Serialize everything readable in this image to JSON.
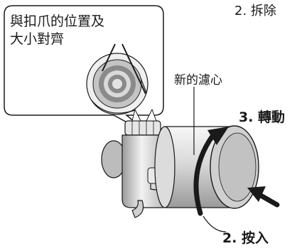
{
  "labels": {
    "step2_top": "2. 拆除",
    "callout_line1": "與扣爪的位置及",
    "callout_line2": "大小對齊",
    "new_core": "新的濾心",
    "step3": "3. 轉動",
    "step2": "2. 按入"
  },
  "colors": {
    "outline": "#1a1a1a",
    "metal_light": "#f2f2f2",
    "metal_mid": "#cfcfcf",
    "metal_dark": "#8c8c8c",
    "ring_light": "#bdbdbd",
    "ring_dark": "#7a7a7a"
  }
}
